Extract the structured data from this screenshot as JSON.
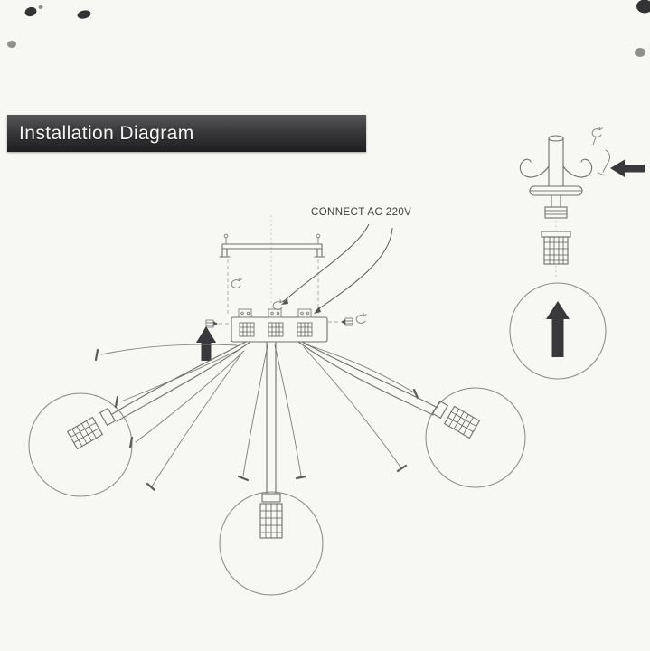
{
  "page": {
    "background": "#f7f7f4",
    "kind": "scanned installation diagram"
  },
  "header": {
    "title": "Installation Diagram",
    "background": "#39393b",
    "text_color": "#f4f4f2"
  },
  "diagram": {
    "connect_label": "CONNECT AC 220V",
    "line_color": "#6f6f6d",
    "arrow_color": "#39393b",
    "icons": {
      "up_arrow_main": "up-arrow-icon",
      "up_arrow_detail": "up-arrow-icon",
      "left_arrow_canopy": "left-arrow-icon",
      "screw_rotation": "rotate-screw-icon"
    }
  }
}
